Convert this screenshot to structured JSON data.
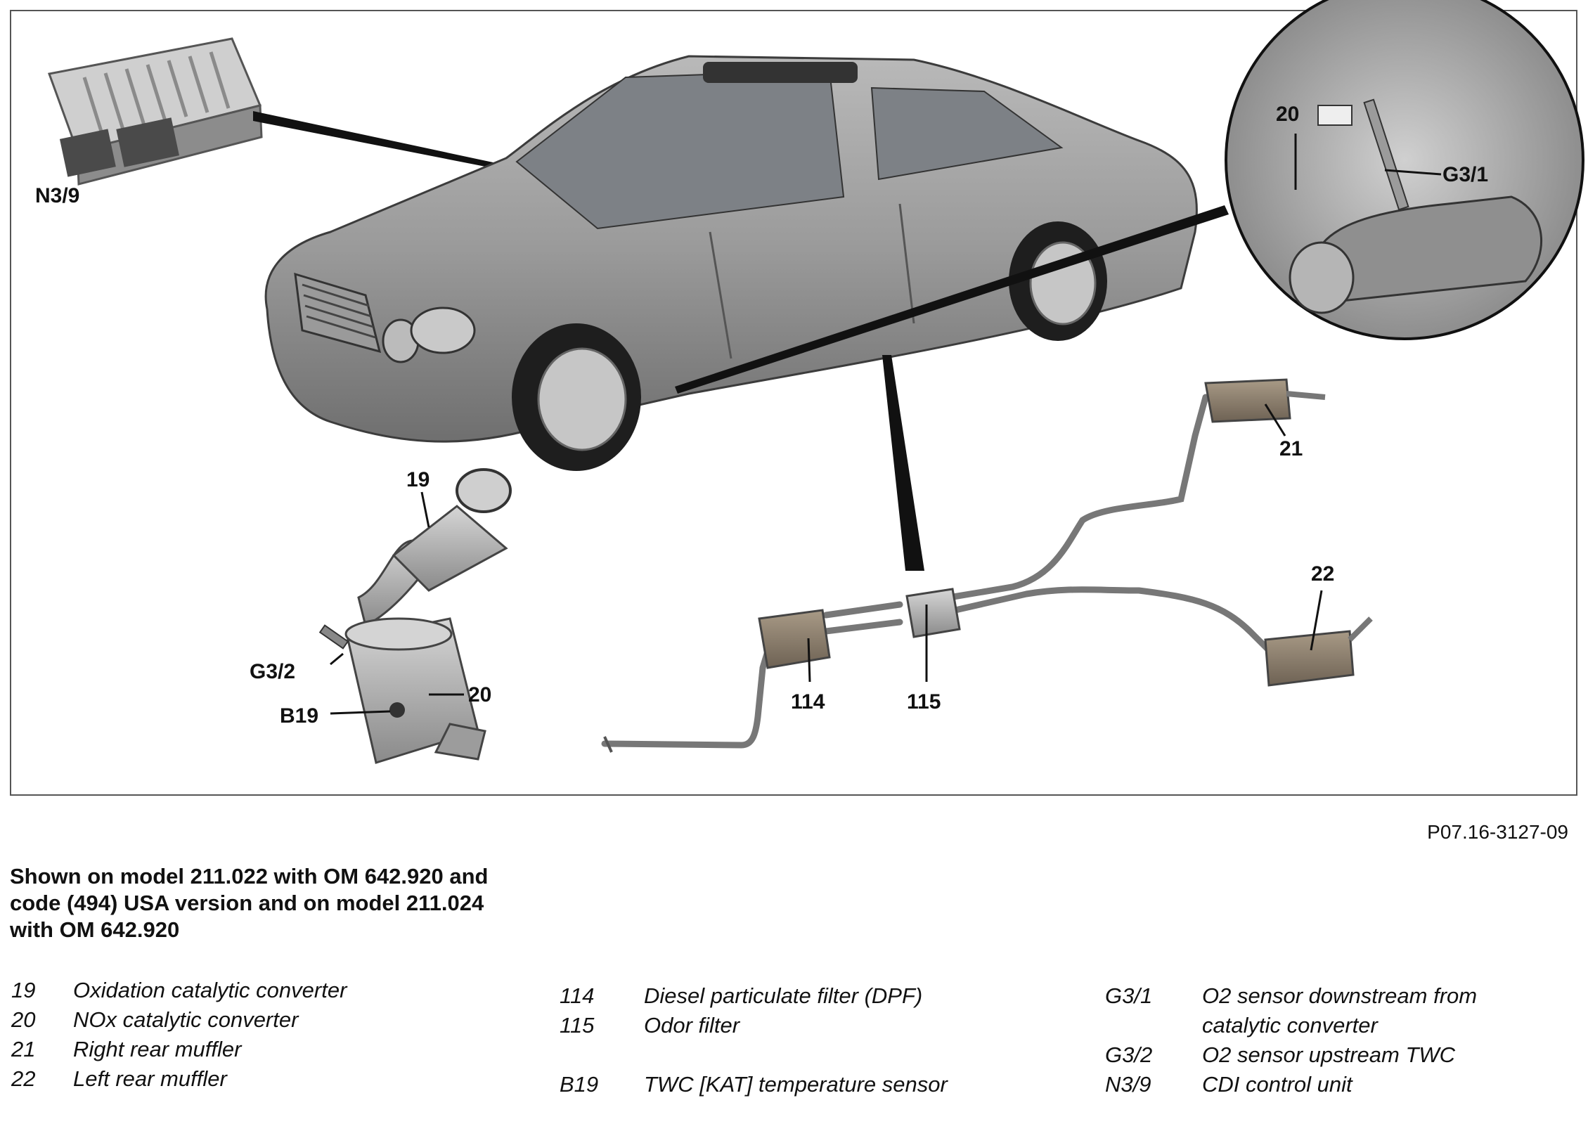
{
  "diagram": {
    "callouts": {
      "n3_9": "N3/9",
      "c19": "19",
      "g3_2": "G3/2",
      "b19": "B19",
      "c20": "20",
      "c114": "114",
      "c115": "115",
      "c21": "21",
      "c22": "22",
      "inset_20": "20",
      "inset_g3_1": "G3/1"
    }
  },
  "figure_code": "P07.16-3127-09",
  "caption": "Shown on model 211.022 with OM 642.920 and code (494) USA version and on model 211.024 with OM 642.920",
  "legend": {
    "col1": [
      {
        "num": "19",
        "text": "Oxidation catalytic converter"
      },
      {
        "num": "20",
        "text": "NOx catalytic converter"
      },
      {
        "num": "21",
        "text": "Right rear muffler"
      },
      {
        "num": "22",
        "text": "Left rear muffler"
      }
    ],
    "col2": [
      {
        "num": "114",
        "text": "Diesel particulate filter (DPF)"
      },
      {
        "num": "115",
        "text": "Odor filter"
      },
      {
        "num": "",
        "text": ""
      },
      {
        "num": "B19",
        "text": "TWC [KAT] temperature sensor"
      }
    ],
    "col3": [
      {
        "num": "G3/1",
        "text": "O2 sensor downstream from catalytic converter"
      },
      {
        "num": "G3/2",
        "text": "O2 sensor upstream TWC"
      },
      {
        "num": "N3/9",
        "text": "CDI control unit"
      }
    ]
  }
}
